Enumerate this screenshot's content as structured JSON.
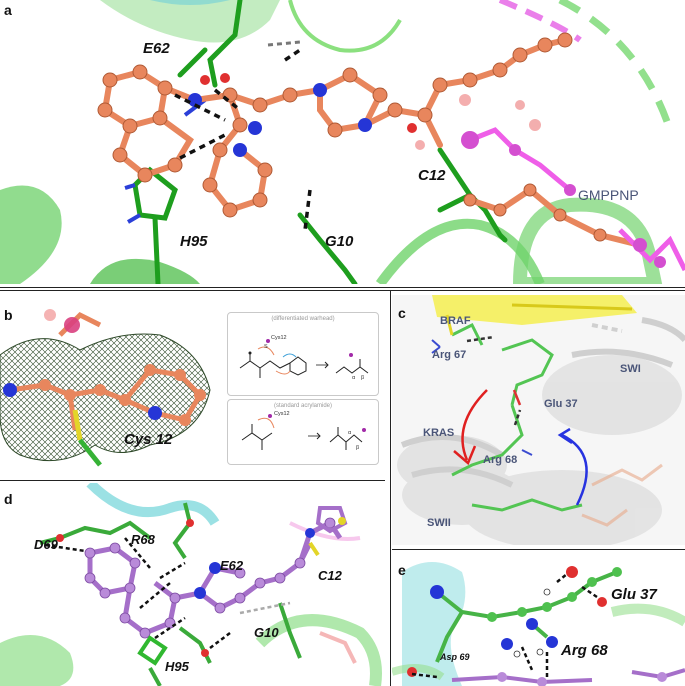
{
  "panels": {
    "a": {
      "label": "a",
      "residues": {
        "e62": "E62",
        "h95": "H95",
        "g10": "G10",
        "c12": "C12",
        "gmppnp": "GMPPNP"
      }
    },
    "b": {
      "label": "b",
      "residue": "Cys 12",
      "scheme_top": {
        "title": "(differentiated warhead)",
        "cys": "Cys12",
        "atom_s": "S",
        "alpha": "α",
        "beta": "β"
      },
      "scheme_bottom": {
        "title": "(standard acrylamide)",
        "cys": "Cys12",
        "alpha": "α",
        "beta": "β"
      }
    },
    "c": {
      "label": "c",
      "labels": {
        "braf": "BRAF",
        "arg67": "Arg 67",
        "swi": "SWI",
        "glu37": "Glu 37",
        "kras": "KRAS",
        "arg68": "Arg 68",
        "swii": "SWII"
      }
    },
    "d": {
      "label": "d",
      "residues": {
        "d69": "D69",
        "r68": "R68",
        "e62": "E62",
        "c12": "C12",
        "h95": "H95",
        "g10": "G10"
      }
    },
    "e": {
      "label": "e",
      "residues": {
        "glu37": "Glu 37",
        "arg68": "Arg 68",
        "asp69": "Asp 69"
      }
    }
  }
}
